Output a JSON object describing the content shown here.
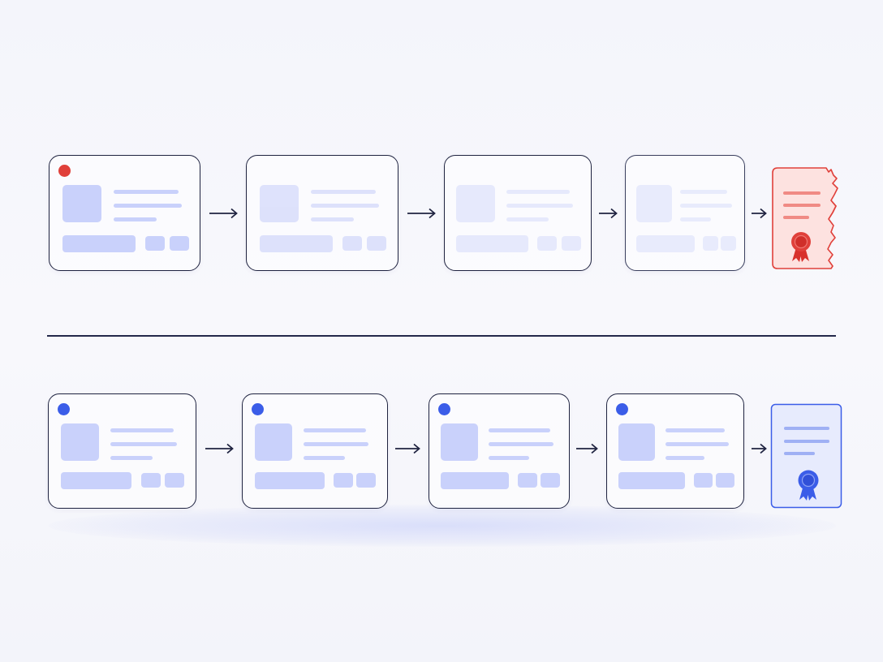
{
  "diagram": {
    "top_row": {
      "status": "broken",
      "accent_color": "#e0403a",
      "steps": [
        {
          "opacity": 1.0,
          "has_dot": true
        },
        {
          "opacity": 0.7,
          "has_dot": false
        },
        {
          "opacity": 0.5,
          "has_dot": false
        },
        {
          "opacity": 0.4,
          "has_dot": false
        }
      ],
      "arrows": 4,
      "end_icon": "torn-certificate-icon"
    },
    "bottom_row": {
      "status": "intact",
      "accent_color": "#3b5de8",
      "steps": [
        {
          "opacity": 1.0,
          "has_dot": true
        },
        {
          "opacity": 1.0,
          "has_dot": true
        },
        {
          "opacity": 1.0,
          "has_dot": true
        },
        {
          "opacity": 1.0,
          "has_dot": true
        }
      ],
      "arrows": 4,
      "end_icon": "certificate-icon"
    },
    "colors": {
      "outline": "#1f2340",
      "placeholder": "#c9d1fb",
      "placeholder_light": "#d6dcfc",
      "red": "#e0403a",
      "blue": "#3b5de8"
    }
  }
}
